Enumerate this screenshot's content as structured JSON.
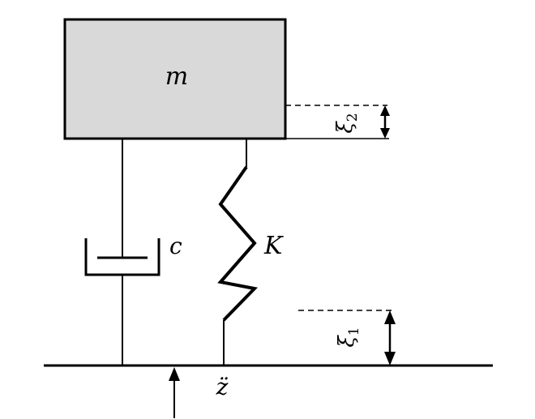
{
  "labels": {
    "mass": "m",
    "damper": "c",
    "spring": "K",
    "xi2": "ξ",
    "xi2_sub": "2",
    "xi1": "ξ",
    "xi1_sub": "1",
    "base_accel": "z̈"
  },
  "colors": {
    "mass_fill": "#d9d9d9",
    "stroke": "#000000"
  }
}
